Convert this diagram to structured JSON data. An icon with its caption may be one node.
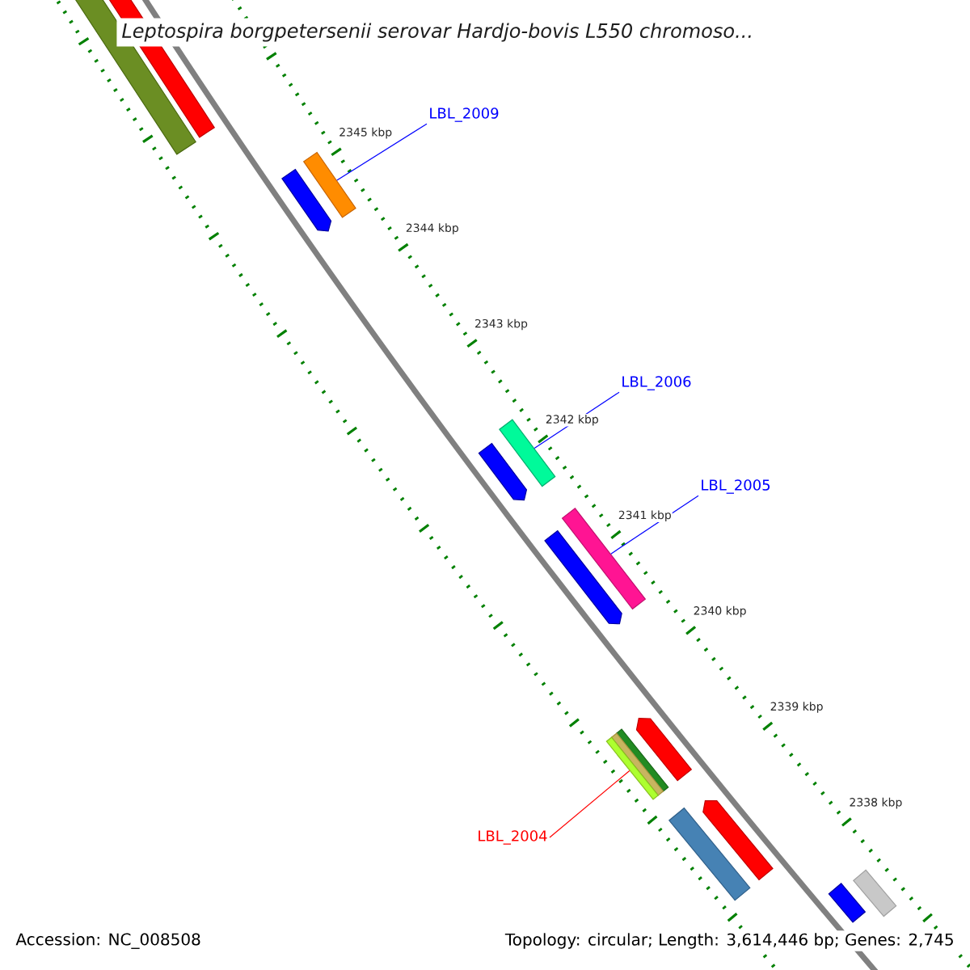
{
  "diagram": {
    "title": "Leptospira borgpetersenii serovar Hardjo-bovis L550 chromoso...",
    "nodes": [
      {
        "text": [],
        "shape": "bar"
      },
      {
        "text": [],
        "shape": "bar"
      },
      {
        "text": [
          "LBL_2009"
        ]
      },
      {
        "text": [],
        "shape": "pentagon"
      },
      {
        "text": [],
        "shape": "bar"
      },
      {
        "text": [
          "LBL_2006"
        ]
      },
      {
        "text": [],
        "shape": "pentagon"
      },
      {
        "text": [],
        "shape": "bar"
      },
      {
        "text": [
          "LBL_2005"
        ]
      },
      {
        "text": [],
        "shape": "pentagon"
      },
      {
        "text": [],
        "shape": "bar"
      },
      {
        "text": [],
        "shape": "pentagon"
      },
      {
        "text": [],
        "shape": "bar"
      },
      {
        "text": [],
        "shape": "bar"
      },
      {
        "text": [
          "LBL_2004"
        ]
      },
      {
        "text": [],
        "shape": "bar"
      },
      {
        "text": [],
        "shape": "pentagon"
      },
      {
        "text": [],
        "shape": "bar"
      },
      {
        "text": [],
        "shape": "bar"
      },
      {
        "text": [],
        "shape": "bar"
      }
    ],
    "edges": [
      {
        "from": 2,
        "to": 4,
        "arrow": "none"
      },
      {
        "from": 5,
        "to": 7,
        "arrow": "none"
      },
      {
        "from": 8,
        "to": 10,
        "arrow": "none"
      },
      {
        "from": 14,
        "to": 15,
        "arrow": "none",
        "color": "#ff0000"
      }
    ],
    "labels": [
      "2345 kbp",
      "2344 kbp",
      "2343 kbp",
      "2342 kbp",
      "2341 kbp",
      "2340 kbp",
      "2339 kbp",
      "2338 kbp",
      "Accession: NC_008508",
      "Topology: circular; Length: 3,614,446 bp; Genes: 2,745"
    ]
  }
}
